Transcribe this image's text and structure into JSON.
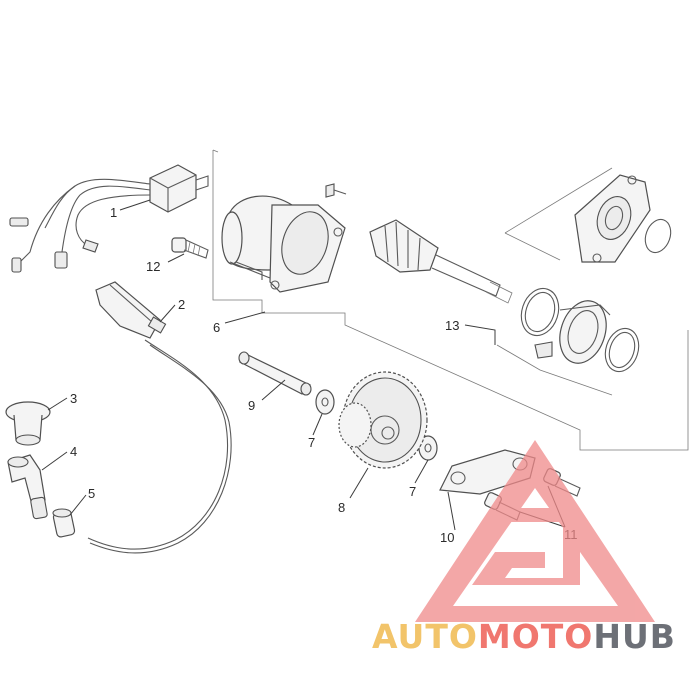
{
  "callouts": [
    "1",
    "2",
    "3",
    "4",
    "5",
    "6",
    "7",
    "7",
    "8",
    "9",
    "10",
    "11",
    "12",
    "13"
  ],
  "watermark": {
    "part1": "AUTO",
    "part2": "MOTO",
    "part3": "HUB",
    "color_auto": "#f2c46a",
    "color_moto": "#f0776f",
    "color_hub": "#6d7077",
    "logo_color": "#f08a8a"
  }
}
